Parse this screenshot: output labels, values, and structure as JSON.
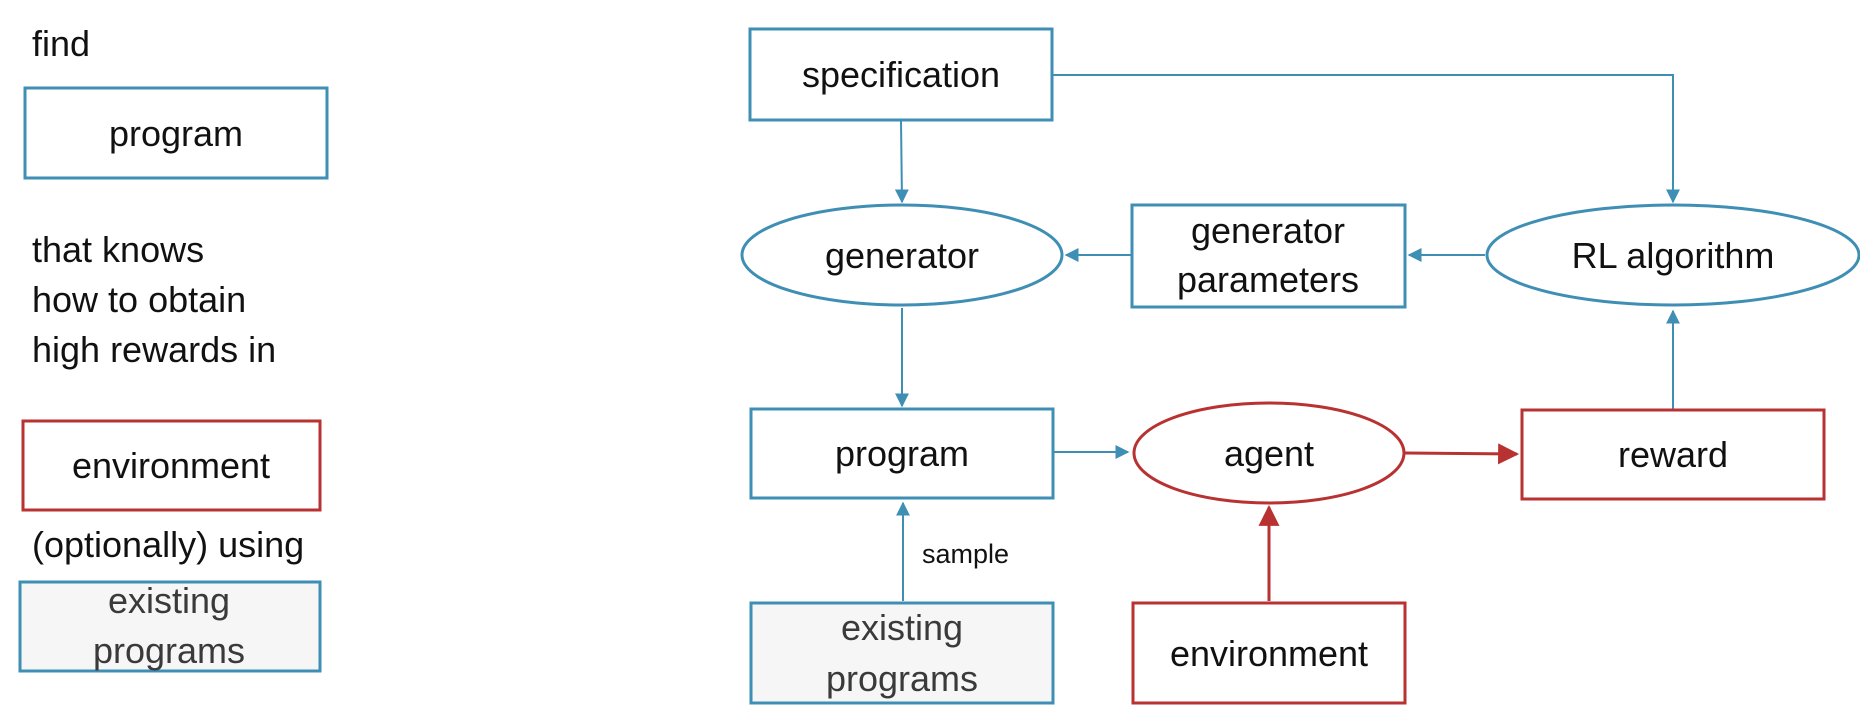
{
  "legend": {
    "find": "find",
    "program": "program",
    "that_knows": [
      "that knows",
      "how to obtain",
      "high rewards in"
    ],
    "environment": "environment",
    "optionally_using": "(optionally) using",
    "existing_programs": [
      "existing",
      "programs"
    ]
  },
  "diagram": {
    "specification": "specification",
    "generator": "generator",
    "generator_parameters": [
      "generator",
      "parameters"
    ],
    "rl_algorithm": "RL algorithm",
    "program": "program",
    "agent": "agent",
    "reward": "reward",
    "existing_programs": [
      "existing",
      "programs"
    ],
    "environment": "environment",
    "sample_label": "sample"
  },
  "colors": {
    "blue": "#3f8fb5",
    "red": "#b83232",
    "gray_fill": "#f6f6f6",
    "text": "#111111"
  }
}
